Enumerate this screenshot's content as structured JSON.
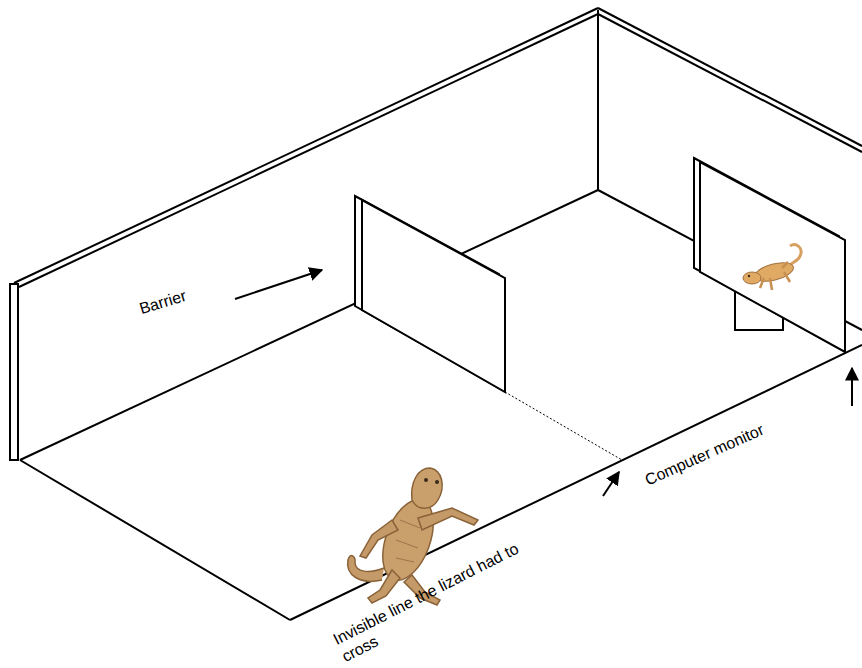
{
  "diagram": {
    "labels": [
      "Barrier",
      "Invisible line the lizard had to cross",
      "Computer monitor"
    ]
  }
}
